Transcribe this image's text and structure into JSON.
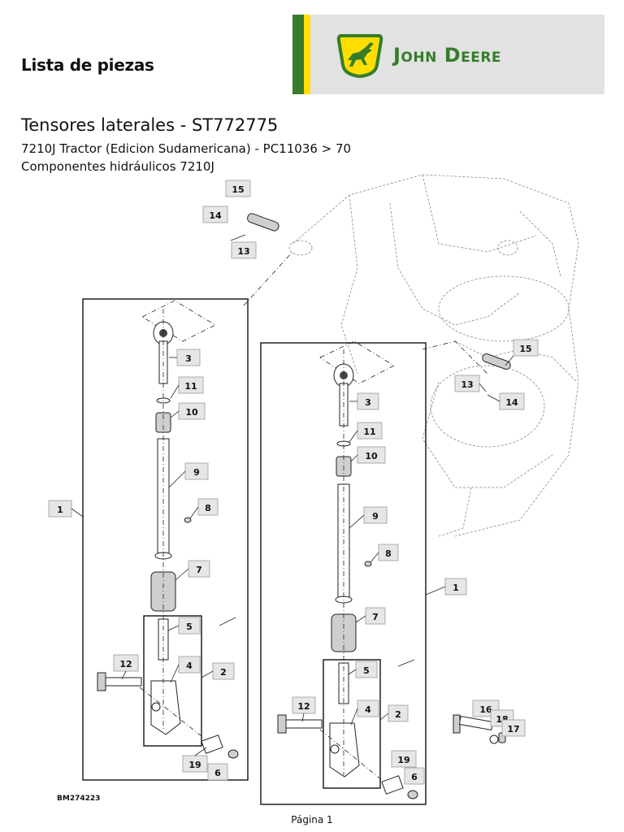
{
  "header": {
    "doc_title": "Lista de piezas",
    "brand_name": "John Deere",
    "brand_green": "#367c2b",
    "brand_yellow": "#ffde00",
    "logo_icon": "leaping-deer-icon"
  },
  "content": {
    "heading": "Tensores laterales - ST772775",
    "subtitle_model": "7210J Tractor (Edicion Sudamericana) - PC11036 > 70",
    "subtitle_section": "Componentes hidráulicos 7210J"
  },
  "diagram": {
    "figure_id": "BM274223",
    "callouts_left": [
      "15",
      "14",
      "13",
      "3",
      "11",
      "10",
      "9",
      "1",
      "8",
      "7",
      "5",
      "4",
      "2",
      "12",
      "19",
      "6"
    ],
    "callouts_right": [
      "15",
      "13",
      "14",
      "3",
      "11",
      "10",
      "9",
      "8",
      "1",
      "7",
      "5",
      "4",
      "2",
      "12",
      "19",
      "6",
      "16",
      "18",
      "17"
    ]
  },
  "footer": {
    "page_label": "Página 1"
  }
}
